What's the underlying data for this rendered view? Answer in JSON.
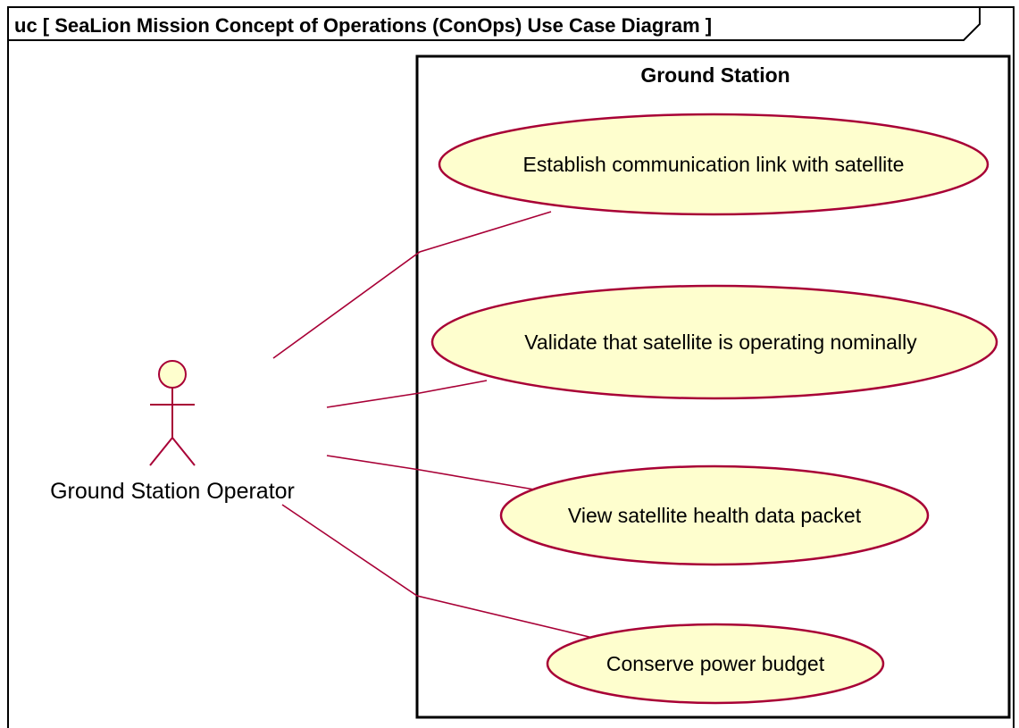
{
  "frame": {
    "title": "uc [ SeaLion Mission Concept of Operations (ConOps) Use Case Diagram ]"
  },
  "system_boundary": {
    "label": "Ground Station"
  },
  "actor": {
    "label": "Ground Station Operator"
  },
  "use_cases": [
    {
      "label": "Establish communication link with satellite"
    },
    {
      "label": "Validate that satellite is operating nominally"
    },
    {
      "label": "View satellite health data packet"
    },
    {
      "label": "Conserve power budget"
    }
  ],
  "colors": {
    "frame_stroke": "#000000",
    "association_line": "#a80036",
    "use_case_fill": "#fefece",
    "use_case_stroke": "#a80036",
    "actor_stroke": "#a80036",
    "actor_fill": "#fefece",
    "text": "#000000"
  }
}
